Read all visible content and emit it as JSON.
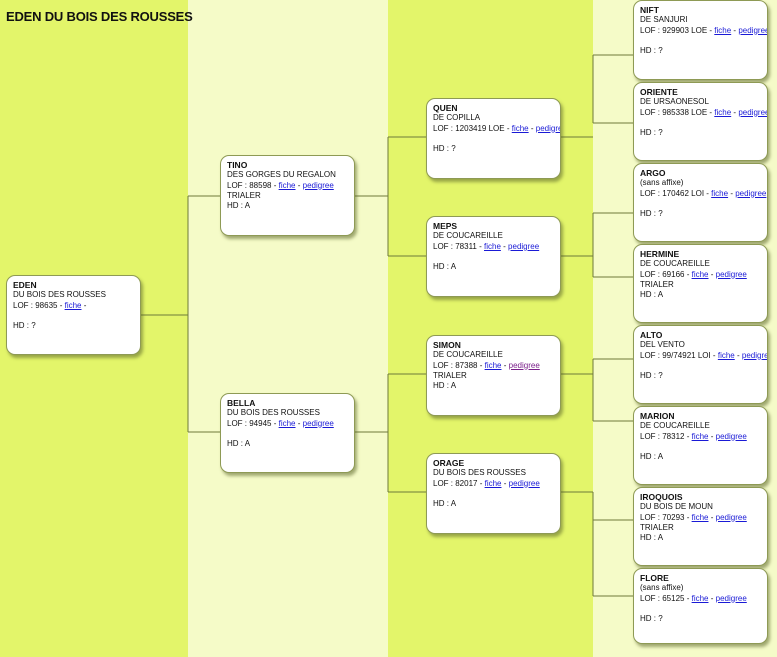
{
  "page": {
    "title": "EDEN DU BOIS DES ROUSSES"
  },
  "links": {
    "fiche": "fiche",
    "pedigree": "pedigree",
    "sep": "-"
  },
  "dogs": {
    "eden": {
      "name": "EDEN",
      "affix": "DU BOIS DES ROUSSES",
      "lof": "LOF : 98635 -",
      "extra": "",
      "hd": "HD : ?"
    },
    "tino": {
      "name": "TINO",
      "affix": "DES GORGES DU REGALON",
      "lof": "LOF : 88598 -",
      "extra": "TRIALER",
      "hd": "HD : A"
    },
    "bella": {
      "name": "BELLA",
      "affix": "DU BOIS DES ROUSSES",
      "lof": "LOF : 94945 -",
      "extra": "",
      "hd": "HD : A"
    },
    "quen": {
      "name": "QUEN",
      "affix": "DE COPILLA",
      "lof": "LOF : 1203419 LOE -",
      "extra": "",
      "hd": "HD : ?"
    },
    "meps": {
      "name": "MEPS",
      "affix": "DE COUCAREILLE",
      "lof": "LOF : 78311 -",
      "extra": "",
      "hd": "HD : A"
    },
    "simon": {
      "name": "SIMON",
      "affix": "DE COUCAREILLE",
      "lof": "LOF : 87388 -",
      "extra": "TRIALER",
      "hd": "HD : A"
    },
    "orage": {
      "name": "ORAGE",
      "affix": "DU BOIS DES ROUSSES",
      "lof": "LOF : 82017 -",
      "extra": "",
      "hd": "HD : A"
    },
    "nift": {
      "name": "NIFT",
      "affix": "DE SANJURI",
      "lof": "LOF : 929903 LOE -",
      "extra": "",
      "hd": "HD : ?"
    },
    "oriente": {
      "name": "ORIENTE",
      "affix": "DE URSAONESOL",
      "lof": "LOF : 985338 LOE -",
      "extra": "",
      "hd": "HD : ?"
    },
    "argo": {
      "name": "ARGO",
      "affix": "(sans affixe)",
      "lof": "LOF : 170462 LOI -",
      "extra": "",
      "hd": "HD : ?"
    },
    "hermine": {
      "name": "HERMINE",
      "affix": "DE COUCAREILLE",
      "lof": "LOF : 69166 -",
      "extra": "TRIALER",
      "hd": "HD : A"
    },
    "alto": {
      "name": "ALTO",
      "affix": "DEL VENTO",
      "lof": "LOF : 99/74921 LOI -",
      "extra": "",
      "hd": "HD : ?"
    },
    "marion": {
      "name": "MARION",
      "affix": "DE COUCAREILLE",
      "lof": "LOF : 78312 -",
      "extra": "",
      "hd": "HD : A"
    },
    "iroquois": {
      "name": "IROQUOIS",
      "affix": "DU BOIS DE MOUN",
      "lof": "LOF : 70293 -",
      "extra": "TRIALER",
      "hd": "HD : A"
    },
    "flore": {
      "name": "FLORE",
      "affix": "(sans affixe)",
      "lof": "LOF : 65125 -",
      "extra": "",
      "hd": "HD : ?"
    }
  }
}
